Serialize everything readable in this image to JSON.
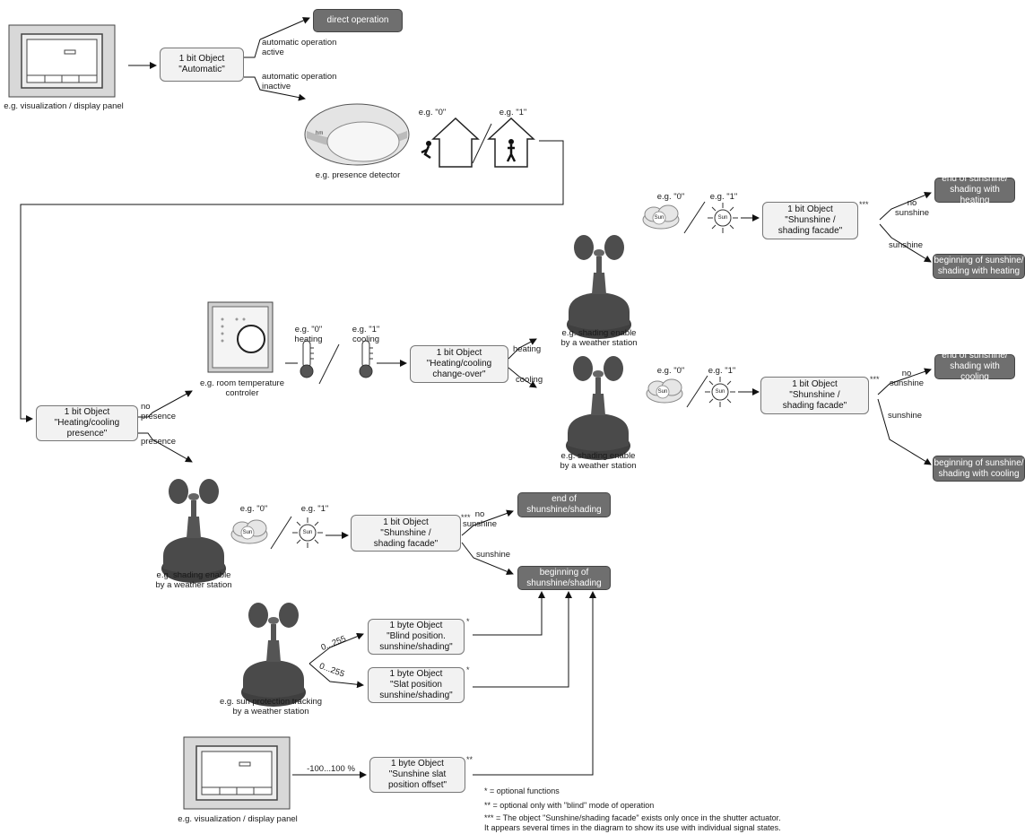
{
  "objects": {
    "automatic": "1 bit Object\n\"Automatic\"",
    "presence": "1 bit Object\n\"Heating/cooling\npresence\"",
    "changeover": "1 bit Object\n\"Heating/cooling\nchange-over\"",
    "sunshine_heating": "1 bit Object\n\"Shunshine /\nshading facade\"",
    "sunshine_cooling": "1 bit Object\n\"Shunshine /\nshading facade\"",
    "sunshine_presence": "1 bit Object\n\"Shunshine /\nshading facade\"",
    "blind_position": "1 byte Object\n\"Blind position.\nsunshine/shading\"",
    "slat_position": "1 byte Object\n\"Slat position\nsunshine/shading\"",
    "slat_offset": "1 byte Object\n\"Sunshine slat\nposition offset\""
  },
  "outputs": {
    "direct_operation": "direct operation",
    "end_heating": "end of sunshine/\nshading with heating",
    "begin_heating": "beginning of sunshine/\nshading with heating",
    "end_cooling": "end of sunshine/\nshading with cooling",
    "begin_cooling": "beginning of sunshine/\nshading with cooling",
    "end_shading": "end of\nshunshine/shading",
    "begin_shading": "beginning of\nshunshine/shading"
  },
  "devices": {
    "visualization_top": "e.g. visualization / display panel",
    "presence_detector": "e.g. presence detector",
    "room_temp": "e.g. room temperature controler",
    "weather_heating": "e.g. shading enable\nby a weather station",
    "weather_cooling": "e.g. shading enable\nby a weather station",
    "weather_presence": "e.g. shading enable\nby a weather station",
    "sun_tracking": "e.g. sun protection tracking\nby a weather station",
    "visualization_bottom": "e.g. visualization / display panel"
  },
  "labels": {
    "auto_active": "automatic operation\nactive",
    "auto_inactive": "automatic operation\ninactive",
    "no_presence": "no\npresence",
    "presence": "presence",
    "heating_branch": "heating",
    "cooling_branch": "cooling",
    "no_sunshine": "no\nsunshine",
    "sunshine": "sunshine",
    "eg0": "e.g. \"0\"",
    "eg1": "e.g. \"1\"",
    "eg0_heating": "e.g. \"0\"\nheating",
    "eg1_cooling": "e.g. \"1\"\ncooling",
    "range_0_255": "0...255",
    "range_offset": "-100...100 %",
    "sun_icon": "Sun",
    "cloud_icon": "Sun"
  },
  "stars": {
    "one": "*",
    "two": "**",
    "three": "***"
  },
  "legend": {
    "one": "* = optional functions",
    "two": "** = optional only with \"blind\" mode of operation",
    "three": "*** = The object \"Sunshine/shading facade\" exists only once in the shutter actuator.\n      It appears several times in the diagram to show its use with individual signal states."
  },
  "colors": {
    "output_fill": "#6f6f6f",
    "object_fill": "#f2f2f2",
    "device_dark": "#555555"
  }
}
